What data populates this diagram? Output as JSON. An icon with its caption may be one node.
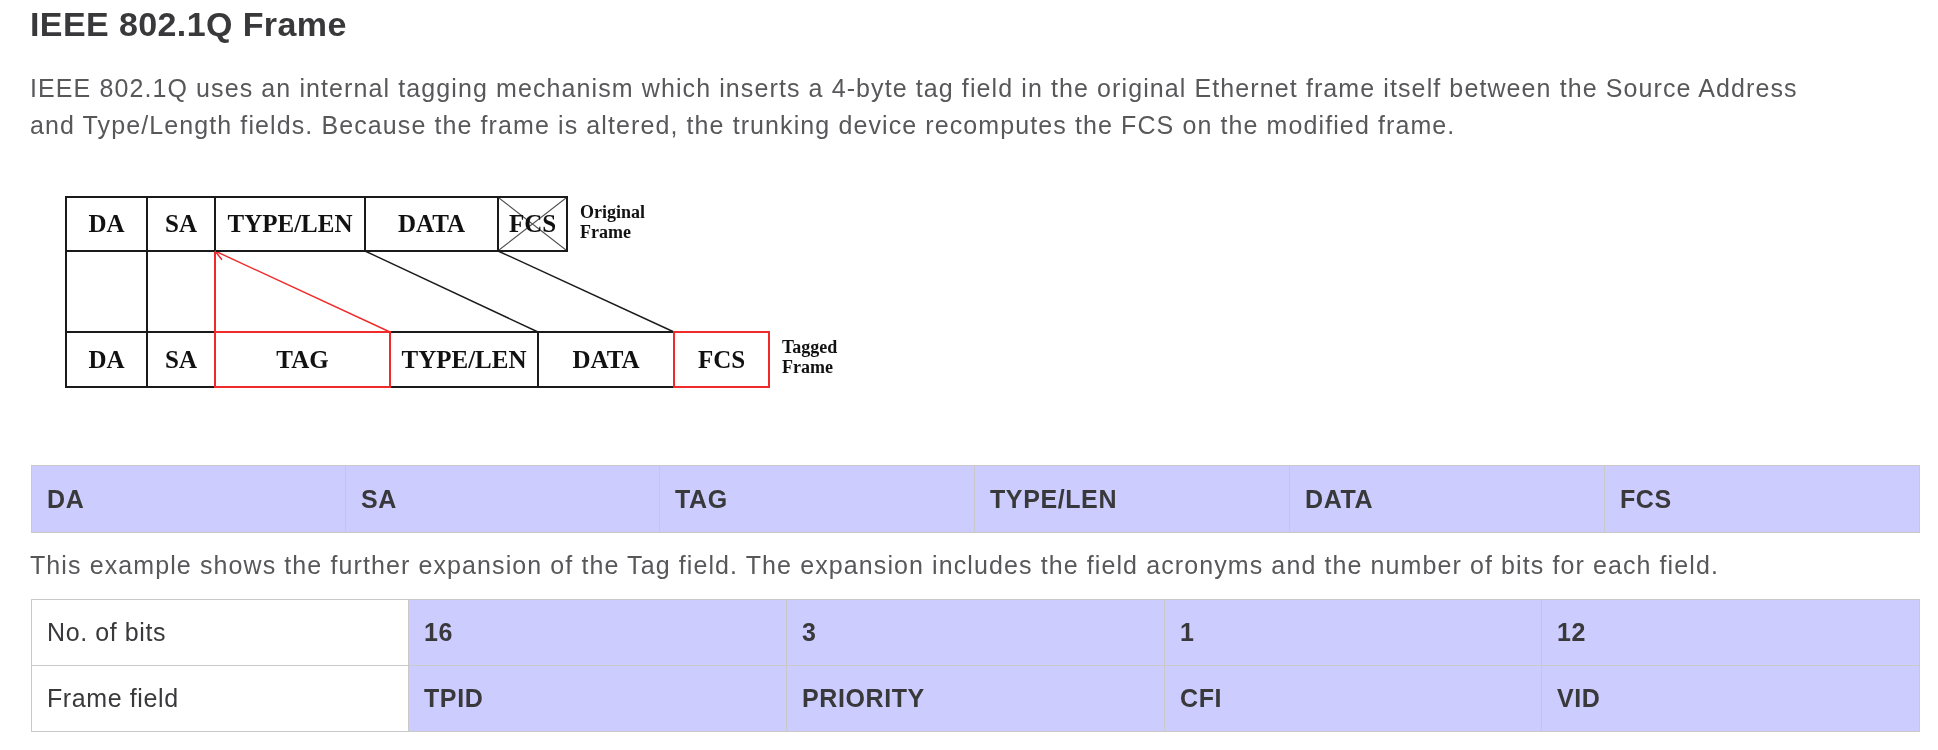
{
  "diagram": {
    "title": "IEEE 802.1Q Frame",
    "nodes": [
      {
        "text": [
          "DA"
        ]
      },
      {
        "text": [
          "SA"
        ]
      },
      {
        "text": [
          "TYPE/LEN"
        ]
      },
      {
        "text": [
          "DATA"
        ]
      },
      {
        "text": [
          "FCS"
        ],
        "beside": [
          "Original Frame"
        ]
      },
      {
        "text": [],
        "shape": "box"
      },
      {
        "text": [],
        "shape": "box"
      },
      {
        "text": [
          "DA"
        ]
      },
      {
        "text": [
          "SA"
        ]
      },
      {
        "text": [
          "TAG"
        ]
      },
      {
        "text": [
          "TYPE/LEN"
        ]
      },
      {
        "text": [
          "DATA"
        ]
      },
      {
        "text": [
          "FCS"
        ],
        "beside": [
          "Tagged Frame"
        ]
      }
    ],
    "edges": [
      {
        "from": 10,
        "to": 2,
        "arrow": "to",
        "color": "#f02a2a"
      },
      {
        "from": 3,
        "to": 11,
        "arrow": "none"
      },
      {
        "from": 4,
        "to": 12,
        "arrow": "none"
      }
    ],
    "labels": [
      "IEEE 802.1Q uses an internal tagging mechanism which inserts a 4-byte tag field in the original Ethernet frame itself between the Source Address and Type/Length fields. Because the frame is altered, the trunking device recomputes the FCS on the modified frame.",
      "DA",
      "SA",
      "TAG",
      "TYPE/LEN",
      "DATA",
      "FCS",
      "This example shows the further expansion of the Tag field. The expansion includes the field acronyms and the number of bits for each field.",
      "No. of bits",
      "16",
      "3",
      "1",
      "12",
      "Frame field",
      "TPID",
      "PRIORITY",
      "CFI",
      "VID"
    ]
  }
}
